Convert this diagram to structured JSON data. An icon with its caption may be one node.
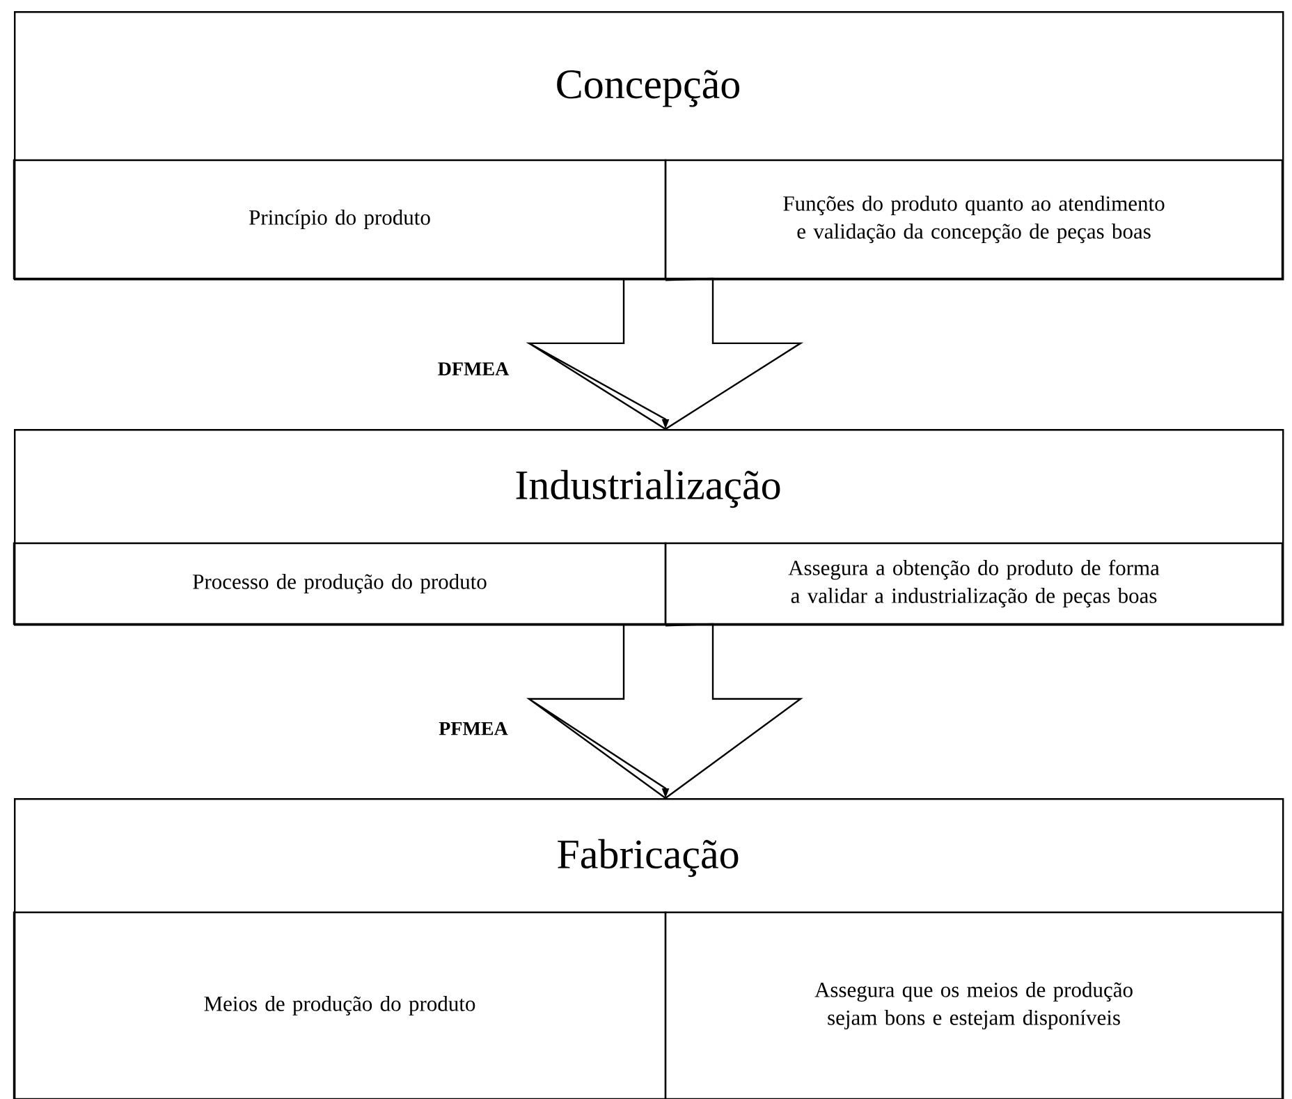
{
  "diagram": {
    "nodes": [
      {
        "text": [
          "Concepção"
        ]
      },
      {
        "text": [
          "Princípio do produto"
        ],
        "in": 0
      },
      {
        "text": [
          "Funções do produto quanto ao atendimento e validação da concepção de peças boas"
        ],
        "in": 0
      },
      {
        "text": [
          "Industrialização"
        ]
      },
      {
        "text": [
          "Processo de produção do produto"
        ],
        "in": 3
      },
      {
        "text": [
          "Assegura a obtenção do produto de forma a validar a industrialização de peças boas"
        ],
        "in": 3
      },
      {
        "text": [
          "Fabricação"
        ]
      },
      {
        "text": [
          "Meios de produção do produto"
        ],
        "in": 6
      },
      {
        "text": [
          "Assegura que os meios de produção sejam bons e estejam disponíveis"
        ],
        "in": 6
      }
    ],
    "edges": [
      {
        "from": 0,
        "to": 3,
        "arrow": "to",
        "label": "DFMEA"
      },
      {
        "from": 3,
        "to": 6,
        "arrow": "to",
        "label": "PFMEA"
      }
    ]
  }
}
